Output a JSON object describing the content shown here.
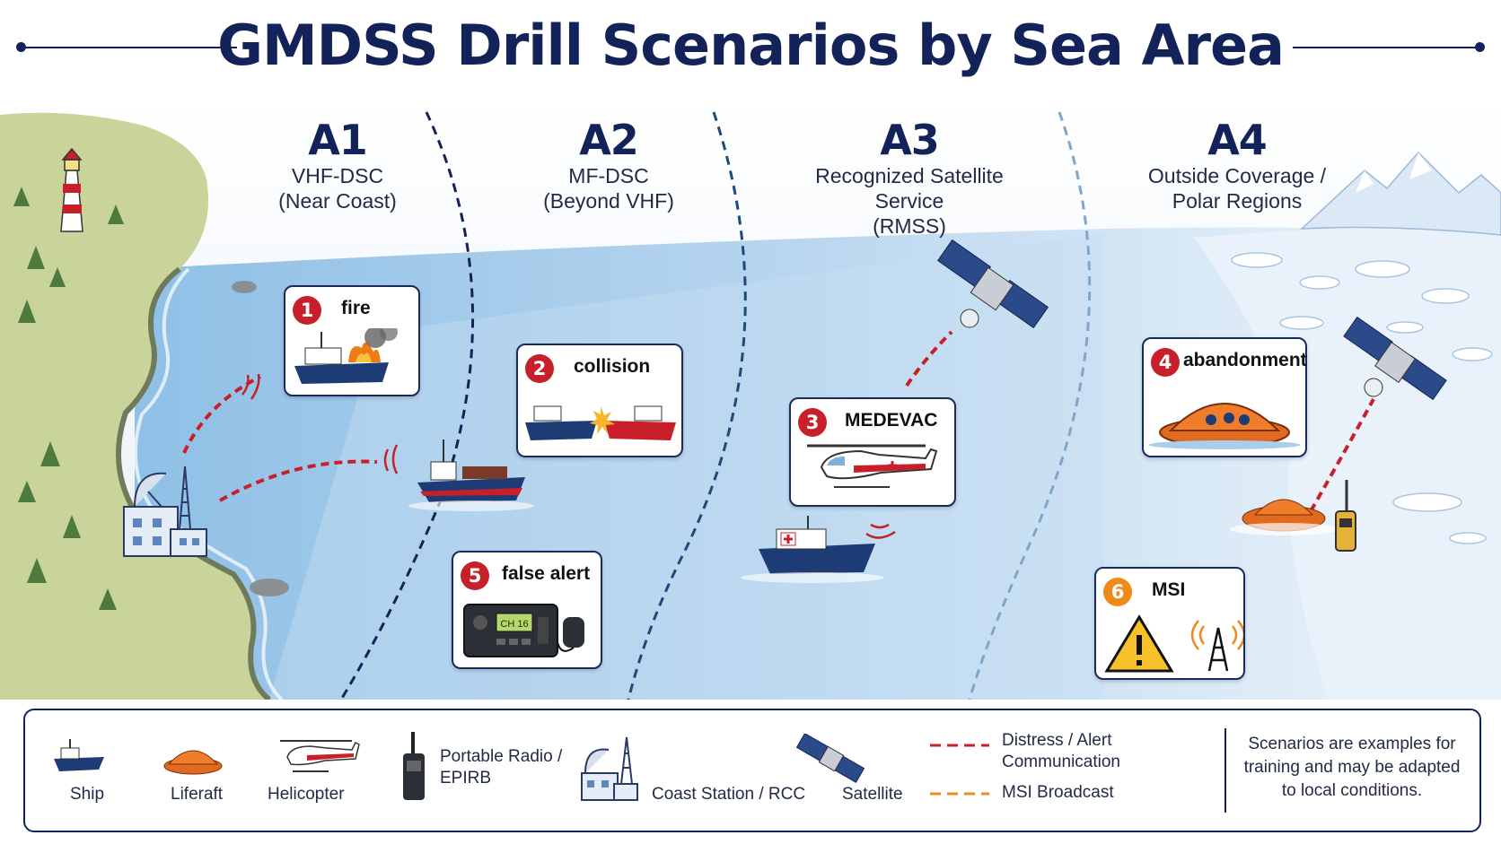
{
  "title": "GMDSS Drill Scenarios by Sea Area",
  "zones": [
    {
      "code": "A1",
      "line1": "VHF-DSC",
      "line2": "(Near Coast)",
      "line3": ""
    },
    {
      "code": "A2",
      "line1": "MF-DSC",
      "line2": "(Beyond VHF)",
      "line3": ""
    },
    {
      "code": "A3",
      "line1": "Recognized Satellite",
      "line2": "Service",
      "line3": "(RMSS)"
    },
    {
      "code": "A4",
      "line1": "Outside Coverage /",
      "line2": "Polar Regions",
      "line3": ""
    }
  ],
  "scenarios": [
    {
      "num": "1",
      "label": "fire"
    },
    {
      "num": "2",
      "label": "collision"
    },
    {
      "num": "3",
      "label": "MEDEVAC"
    },
    {
      "num": "4",
      "label": "abandonment"
    },
    {
      "num": "5",
      "label": "false alert"
    },
    {
      "num": "6",
      "label": "MSI"
    }
  ],
  "radio_display": "CH 16",
  "legend": {
    "ship": "Ship",
    "liferaft": "Liferaft",
    "helicopter": "Helicopter",
    "portable_radio_l1": "Portable Radio /",
    "portable_radio_l2": "EPIRB",
    "coast_station": "Coast Station / RCC",
    "satellite": "Satellite",
    "distress_l1": "Distress / Alert",
    "distress_l2": "Communication",
    "msi": "MSI Broadcast",
    "note_l1": "Scenarios are examples for",
    "note_l2": "training and may be adapted",
    "note_l3": "to local conditions."
  },
  "colors": {
    "navy": "#13235a",
    "distress": "#c8202a",
    "msi": "#ee8a1a",
    "sea": "#a9cdea",
    "ice": "#e8f1f9",
    "land": "#c9d49a"
  }
}
